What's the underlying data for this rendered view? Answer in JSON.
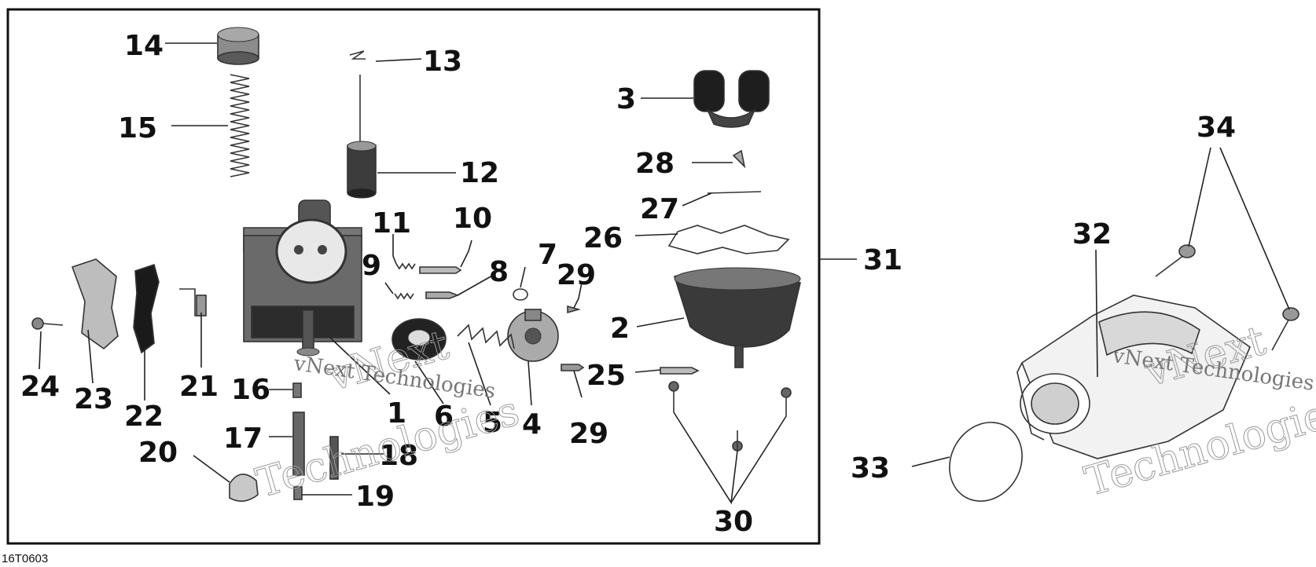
{
  "diagram": {
    "drawing_code": "16T0603",
    "watermark": {
      "line1": "vNext",
      "line2": "Technologies",
      "inline": "vNext Technologies"
    },
    "callouts": [
      {
        "id": "c14",
        "label": "14"
      },
      {
        "id": "c13",
        "label": "13"
      },
      {
        "id": "c15",
        "label": "15"
      },
      {
        "id": "c12",
        "label": "12"
      },
      {
        "id": "c3",
        "label": "3"
      },
      {
        "id": "c28",
        "label": "28"
      },
      {
        "id": "c27",
        "label": "27"
      },
      {
        "id": "c26",
        "label": "26"
      },
      {
        "id": "c11",
        "label": "11"
      },
      {
        "id": "c10",
        "label": "10"
      },
      {
        "id": "c9",
        "label": "9"
      },
      {
        "id": "c8",
        "label": "8"
      },
      {
        "id": "c7",
        "label": "7"
      },
      {
        "id": "c29a",
        "label": "29"
      },
      {
        "id": "c31",
        "label": "31"
      },
      {
        "id": "c2",
        "label": "2"
      },
      {
        "id": "c24",
        "label": "24"
      },
      {
        "id": "c23",
        "label": "23"
      },
      {
        "id": "c22",
        "label": "22"
      },
      {
        "id": "c21",
        "label": "21"
      },
      {
        "id": "c16",
        "label": "16"
      },
      {
        "id": "c1",
        "label": "1"
      },
      {
        "id": "c6",
        "label": "6"
      },
      {
        "id": "c5",
        "label": "5"
      },
      {
        "id": "c4",
        "label": "4"
      },
      {
        "id": "c29b",
        "label": "29"
      },
      {
        "id": "c25",
        "label": "25"
      },
      {
        "id": "c17",
        "label": "17"
      },
      {
        "id": "c18",
        "label": "18"
      },
      {
        "id": "c20",
        "label": "20"
      },
      {
        "id": "c19",
        "label": "19"
      },
      {
        "id": "c30",
        "label": "30"
      },
      {
        "id": "c34",
        "label": "34"
      },
      {
        "id": "c32",
        "label": "32"
      },
      {
        "id": "c33",
        "label": "33"
      }
    ]
  }
}
